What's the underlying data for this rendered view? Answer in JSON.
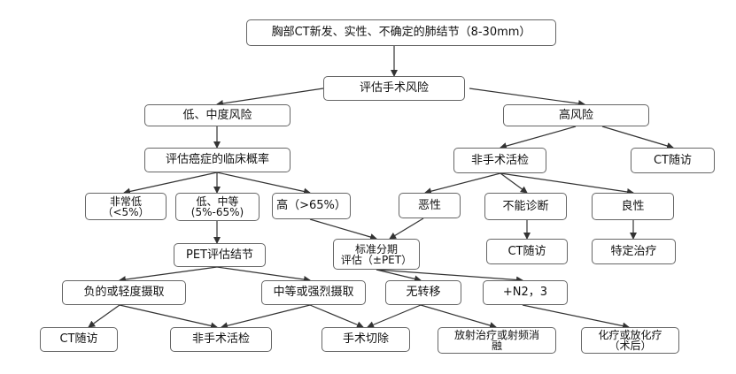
{
  "diagram": {
    "nodes": {
      "root": "胸部CT新发、实性、不确定的肺结节（8-30mm）",
      "assess_risk": "评估手术风险",
      "low_mid_risk": "低、中度风险",
      "high_risk": "高风险",
      "assess_prob": "评估癌症的临床概率",
      "nonsurg_biopsy_1": "非手术活检",
      "ct_followup_1": "CT随访",
      "very_low": "非常低\n（<5%）",
      "low_mid": "低、中等\n(5%-65%)",
      "high_prob": "高（>65%）",
      "malignant": "恶性",
      "nondiag": "不能诊断",
      "benign": "良性",
      "pet_eval": "PET评估结节",
      "staging": "标准分期\n评估（±PET）",
      "ct_followup_2": "CT随访",
      "specific_tx": "特定治疗",
      "neg_low_uptake": "负的或轻度摄取",
      "mid_high_uptake": "中等或强烈摄取",
      "no_metastasis": "无转移",
      "n2_n3": "+N2，3",
      "ct_followup_3": "CT随访",
      "nonsurg_biopsy_2": "非手术活检",
      "surgery": "手术切除",
      "radio_ablation": "放射治疗或射频消\n融",
      "chemo_radio": "化疗或放化疗\n（术后）"
    }
  }
}
